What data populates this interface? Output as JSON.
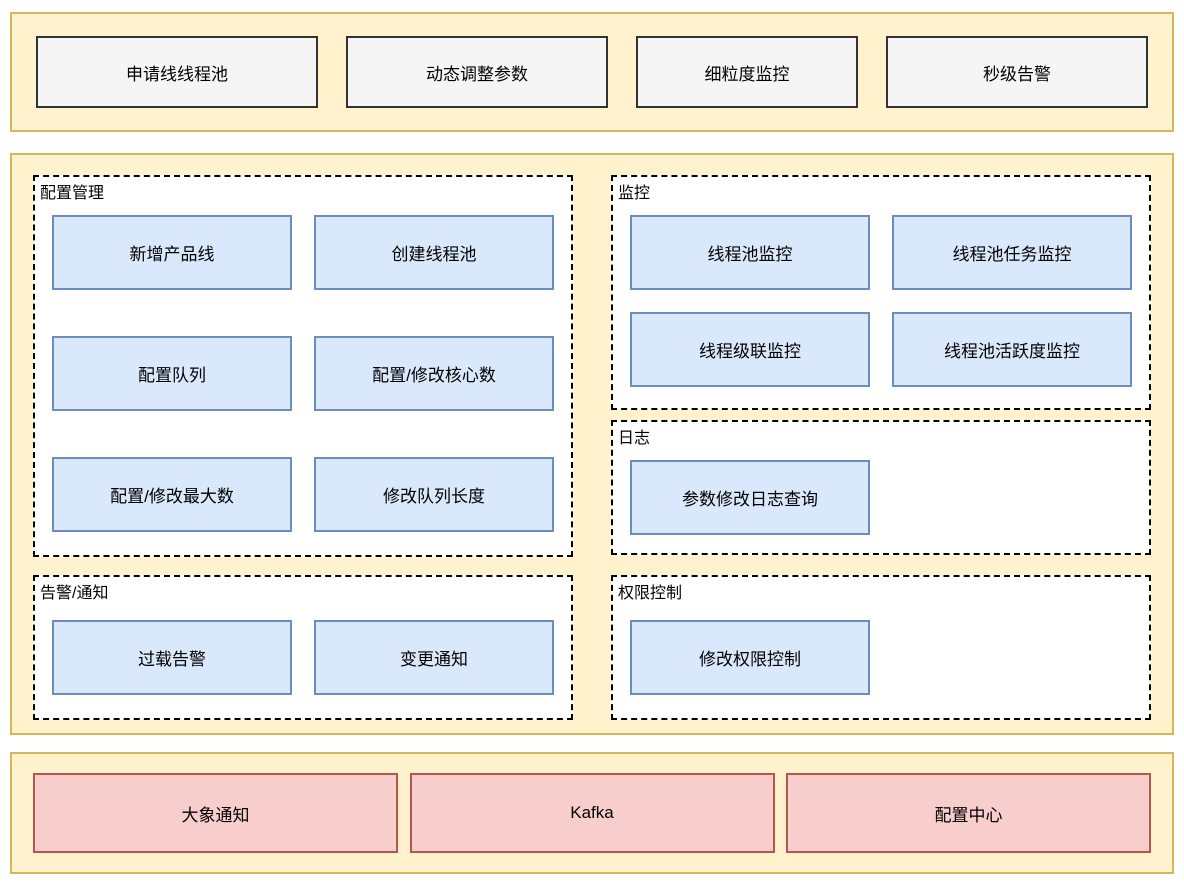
{
  "top_band": {
    "items": [
      "申请线线程池",
      "动态调整参数",
      "细粒度监控",
      "秒级告警"
    ]
  },
  "groups": {
    "config": {
      "title": "配置管理",
      "items": [
        "新增产品线",
        "创建线程池",
        "配置队列",
        "配置/修改核心数",
        "配置/修改最大数",
        "修改队列长度"
      ]
    },
    "alert": {
      "title": "告警/通知",
      "items": [
        "过载告警",
        "变更通知"
      ]
    },
    "monitor": {
      "title": "监控",
      "items": [
        "线程池监控",
        "线程池任务监控",
        "线程级联监控",
        "线程池活跃度监控"
      ]
    },
    "log": {
      "title": "日志",
      "items": [
        "参数修改日志查询"
      ]
    },
    "permission": {
      "title": "权限控制",
      "items": [
        "修改权限控制"
      ]
    }
  },
  "bottom_band": {
    "items": [
      "大象通知",
      "Kafka",
      "配置中心"
    ]
  },
  "colors": {
    "band_bg": "#fff2cc",
    "band_border": "#d6b656",
    "box_blue_bg": "#dae8fc",
    "box_blue_border": "#6c8ebf",
    "box_pink_bg": "#f8cecc",
    "box_pink_border": "#b85450",
    "box_gray_bg": "#f5f5f5",
    "box_gray_border": "#333333",
    "group_border": "#000000"
  }
}
